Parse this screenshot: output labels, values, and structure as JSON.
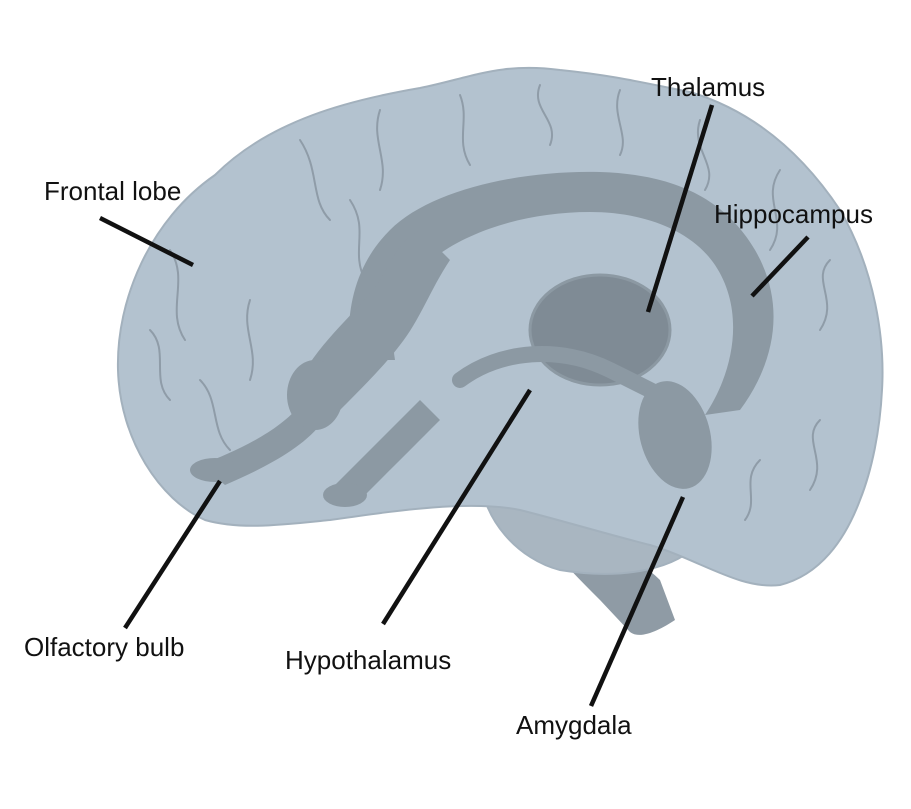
{
  "colors": {
    "background": "#ffffff",
    "brain_fill": "#b3c2cf",
    "brain_outline": "#a3b1bd",
    "sulcus": "#8f9ca8",
    "limbic_fill": "#8c99a3",
    "limbic_dark": "#7f8b95",
    "cerebellum_fill": "#a9b6c1",
    "brainstem_fill": "#8f9ba5",
    "leader_line": "#111111"
  },
  "labels": {
    "frontal_lobe": "Frontal lobe",
    "thalamus": "Thalamus",
    "hippocampus": "Hippocampus",
    "olfactory_bulb": "Olfactory bulb",
    "hypothalamus": "Hypothalamus",
    "amygdala": "Amygdala"
  }
}
